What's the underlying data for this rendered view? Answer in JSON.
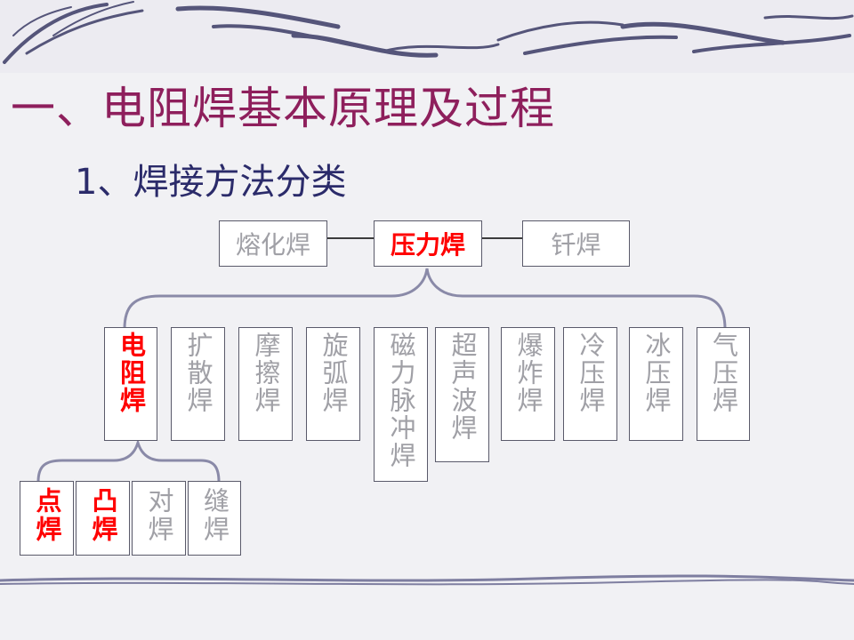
{
  "title": "一、电阻焊基本原理及过程",
  "subtitle": "1、焊接方法分类",
  "top_row": {
    "left": "熔化焊",
    "center": "压力焊",
    "right": "钎焊"
  },
  "pressure_methods": [
    "电阻焊",
    "扩散焊",
    "摩擦焊",
    "旋弧焊",
    "磁力脉冲焊",
    "超声波焊",
    "爆炸焊",
    "冷压焊",
    "冰压焊",
    "气压焊"
  ],
  "resistance_methods": [
    "点焊",
    "凸焊",
    "对焊",
    "缝焊"
  ],
  "colors": {
    "title": "#8e1f5c",
    "subtitle": "#2b2b6a",
    "highlight": "#ff0000",
    "muted_text": "#a0a0a6",
    "connector": "#8a8aa8"
  }
}
